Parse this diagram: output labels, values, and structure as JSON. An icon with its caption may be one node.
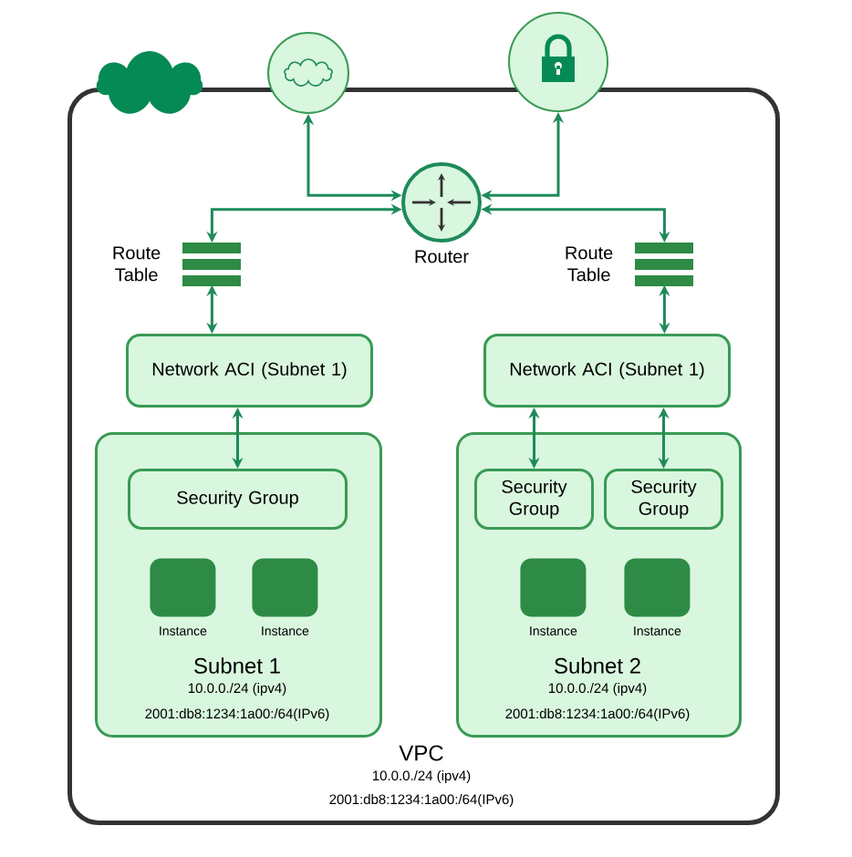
{
  "diagram": {
    "nodes": [
      {
        "text": [
          "VPC",
          "10.0.0./24 (ipv4)",
          "2001:db8:1234:1a00:/64(IPv6)"
        ]
      },
      {
        "text": [],
        "shape": "circle"
      },
      {
        "text": [],
        "shape": "circle"
      },
      {
        "text": [
          "Router"
        ],
        "in": 0
      },
      {
        "text": [
          "Route Table"
        ],
        "in": 0
      },
      {
        "text": [
          "Route Table"
        ],
        "in": 0
      },
      {
        "text": [
          "Network ACI (Subnet 1)"
        ],
        "in": 0
      },
      {
        "text": [
          "Network ACI (Subnet 1)"
        ],
        "in": 0
      },
      {
        "text": [
          "Subnet 1",
          "10.0.0./24 (ipv4)",
          "2001:db8:1234:1a00:/64(IPv6)"
        ],
        "in": 0
      },
      {
        "text": [
          "Security Group"
        ],
        "in": 8
      },
      {
        "text": [
          "Instance"
        ],
        "in": 8
      },
      {
        "text": [
          "Instance"
        ],
        "in": 8
      },
      {
        "text": [
          "Subnet 2",
          "10.0.0./24 (ipv4)",
          "2001:db8:1234:1a00:/64(IPv6)"
        ],
        "in": 0
      },
      {
        "text": [
          "Security Group"
        ],
        "in": 12
      },
      {
        "text": [
          "Security Group"
        ],
        "in": 12
      },
      {
        "text": [
          "Instance"
        ],
        "in": 12
      },
      {
        "text": [
          "Instance"
        ],
        "in": 12
      }
    ],
    "edges": [
      {
        "from": 1,
        "to": 3,
        "arrow": "both"
      },
      {
        "from": 2,
        "to": 3,
        "arrow": "both"
      },
      {
        "from": 3,
        "to": 4,
        "arrow": "both"
      },
      {
        "from": 3,
        "to": 5,
        "arrow": "both"
      },
      {
        "from": 4,
        "to": 6,
        "arrow": "both"
      },
      {
        "from": 5,
        "to": 7,
        "arrow": "both"
      },
      {
        "from": 6,
        "to": 9,
        "arrow": "both"
      },
      {
        "from": 7,
        "to": 13,
        "arrow": "both"
      },
      {
        "from": 7,
        "to": 14,
        "arrow": "both"
      }
    ]
  }
}
